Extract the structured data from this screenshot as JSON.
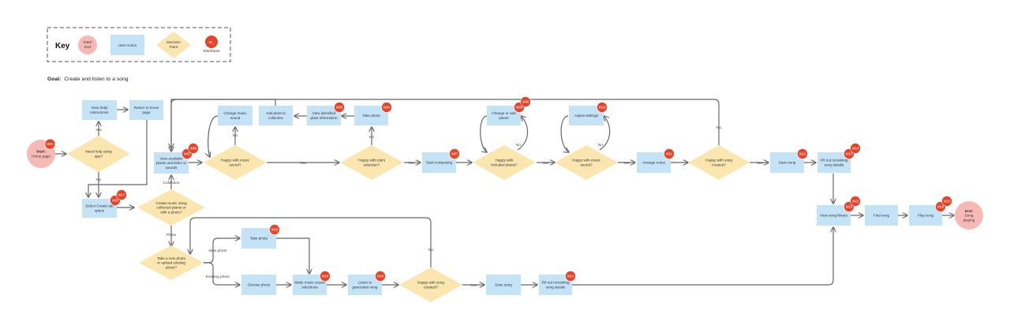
{
  "key": {
    "title": "Key",
    "start_end": "Start/\nEnd",
    "user_action": "User Action",
    "decision": "Decision\nPoint",
    "wireframe_badge": "W_",
    "wireframe": "Wireframe"
  },
  "goal": {
    "label": "Goal:",
    "text": "Create and listen to a song"
  },
  "colors": {
    "terminal": "#f7b9b5",
    "action": "#c4e3f6",
    "decision": "#fae6ae",
    "badge": "#e4452a",
    "line": "#666666"
  },
  "nodes": [
    {
      "id": "start",
      "shape": "circle",
      "label": "Start:\nHome page",
      "bold_first": true,
      "badge": "W01"
    },
    {
      "id": "d_help",
      "shape": "diamond",
      "label": "Need help using\napp?"
    },
    {
      "id": "a_viewhelp",
      "shape": "rect",
      "label": "View help/\ninstructions"
    },
    {
      "id": "a_return",
      "shape": "rect",
      "label": "Return to home\npage"
    },
    {
      "id": "a_selcreate",
      "shape": "rect",
      "label": "Select Create tab\noption",
      "badge": "W02",
      "badge2": "W17"
    },
    {
      "id": "a_viewplants",
      "shape": "rect",
      "label": "View available\nplants and listen to\nsounds",
      "badge": "W03",
      "badge2": "W08"
    },
    {
      "id": "d_create",
      "shape": "diamond",
      "label": "Create music using\ncollected plants or\nwith a photo?"
    },
    {
      "id": "d_happy1",
      "shape": "diamond",
      "label": "Happy with music\nsound?"
    },
    {
      "id": "a_changemusic",
      "shape": "rect",
      "label": "Change music\nsound"
    },
    {
      "id": "a_addplant",
      "shape": "rect",
      "label": "Add plant to\ncollection"
    },
    {
      "id": "a_viewident",
      "shape": "rect",
      "label": "View identified\nplant information",
      "badge": "W05"
    },
    {
      "id": "a_takephoto1",
      "shape": "rect",
      "label": "Take photo",
      "badge": "W04"
    },
    {
      "id": "d_plantsel",
      "shape": "diamond",
      "label": "Happy with plant\nselection?"
    },
    {
      "id": "a_startcomp",
      "shape": "rect",
      "label": "Start composing",
      "badge": "W07"
    },
    {
      "id": "d_included",
      "shape": "diamond",
      "label": "Happy with\nincluded plants?"
    },
    {
      "id": "a_changeadd",
      "shape": "rect",
      "label": "Change or add\nplants",
      "badge": "W06",
      "badge2": "W08"
    },
    {
      "id": "d_happy2",
      "shape": "diamond",
      "label": "Happy with music\nsound?"
    },
    {
      "id": "a_adjust",
      "shape": "rect",
      "label": "Adjust settings",
      "badge": "W10"
    },
    {
      "id": "a_arrange",
      "shape": "rect",
      "label": "Arrange notes",
      "badge": "W11"
    },
    {
      "id": "d_song1",
      "shape": "diamond",
      "label": "Happy with song\ncreated?"
    },
    {
      "id": "a_save1",
      "shape": "rect",
      "label": "Save song",
      "badge": "W12"
    },
    {
      "id": "a_fill1",
      "shape": "rect",
      "label": "Fill out remaining\nsong details",
      "badge": "W13",
      "badge2": "W14"
    },
    {
      "id": "a_library",
      "shape": "rect",
      "label": "View song library",
      "badge": "W15",
      "badge2": "W22"
    },
    {
      "id": "a_find",
      "shape": "rect",
      "label": "Find song"
    },
    {
      "id": "a_play",
      "shape": "rect",
      "label": "Play song",
      "badge": "W16",
      "badge2": "W23"
    },
    {
      "id": "end",
      "shape": "circle",
      "label": "End:\nSong\nplaying",
      "bold_first": true
    },
    {
      "id": "d_newphoto",
      "shape": "diamond",
      "label": "Take a new photo\nor upload existing\nphoto?"
    },
    {
      "id": "a_takephoto2",
      "shape": "rect",
      "label": "Take photo",
      "badge": "W18"
    },
    {
      "id": "a_choosephoto",
      "shape": "rect",
      "label": "Choose photo"
    },
    {
      "id": "a_makesound",
      "shape": "rect",
      "label": "Make music sound\nselections",
      "badge": "W19"
    },
    {
      "id": "a_listen",
      "shape": "rect",
      "label": "Listen to\ngenerated song",
      "badge": "W20"
    },
    {
      "id": "d_song2",
      "shape": "diamond",
      "label": "Happy with song\ncreated?"
    },
    {
      "id": "a_save2",
      "shape": "rect",
      "label": "Save song"
    },
    {
      "id": "a_fill2",
      "shape": "rect",
      "label": "Fill out remaining\nsong details",
      "badge": "W21"
    }
  ],
  "edge_labels": [
    {
      "id": "lbl_yes_help",
      "text": "Yes"
    },
    {
      "id": "lbl_no_help",
      "text": "No"
    },
    {
      "id": "lbl_collection",
      "text": "Collection"
    },
    {
      "id": "lbl_photo",
      "text": "Photo"
    },
    {
      "id": "lbl_no_h1",
      "text": "No"
    },
    {
      "id": "lbl_yes_h1",
      "text": "Yes"
    },
    {
      "id": "lbl_no_ps",
      "text": "No"
    },
    {
      "id": "lbl_yes_ps",
      "text": "Yes"
    },
    {
      "id": "lbl_no_inc",
      "text": "No"
    },
    {
      "id": "lbl_yes_inc",
      "text": "Yes"
    },
    {
      "id": "lbl_no_h2",
      "text": "No"
    },
    {
      "id": "lbl_yes_h2",
      "text": "Yes"
    },
    {
      "id": "lbl_no_s1",
      "text": "No"
    },
    {
      "id": "lbl_yes_s1",
      "text": "Yes"
    },
    {
      "id": "lbl_newphoto",
      "text": "New photo"
    },
    {
      "id": "lbl_existing",
      "text": "Existing photo"
    },
    {
      "id": "lbl_no_s2",
      "text": "No"
    },
    {
      "id": "lbl_yes_s2",
      "text": "Yes"
    }
  ]
}
